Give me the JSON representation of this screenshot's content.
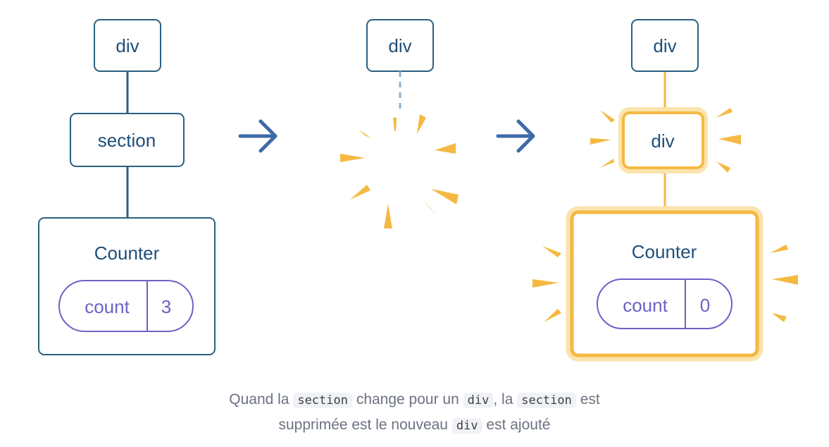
{
  "colors": {
    "node_stroke": "#2a6080",
    "node_text": "#1f4e79",
    "state_stroke": "#6b62c7",
    "arrow": "#3e6aa8",
    "highlight": "#f5b942",
    "highlight_glow": "#fbe3ad",
    "caption_text": "#6b7280",
    "code_bg": "#f0f2f6"
  },
  "before": {
    "root": "div",
    "child": "section",
    "component": "Counter",
    "state_name": "count",
    "state_value": "3"
  },
  "middle": {
    "root": "div"
  },
  "after": {
    "root": "div",
    "child": "div",
    "component": "Counter",
    "state_name": "count",
    "state_value": "0"
  },
  "caption": {
    "l1_a": "Quand la",
    "l1_code1": "section",
    "l1_b": "change pour un",
    "l1_code2": "div",
    "l1_c": ", la",
    "l1_code3": "section",
    "l1_d": "est",
    "l2_a": "supprimée est le nouveau",
    "l2_code": "div",
    "l2_b": "est ajouté"
  }
}
